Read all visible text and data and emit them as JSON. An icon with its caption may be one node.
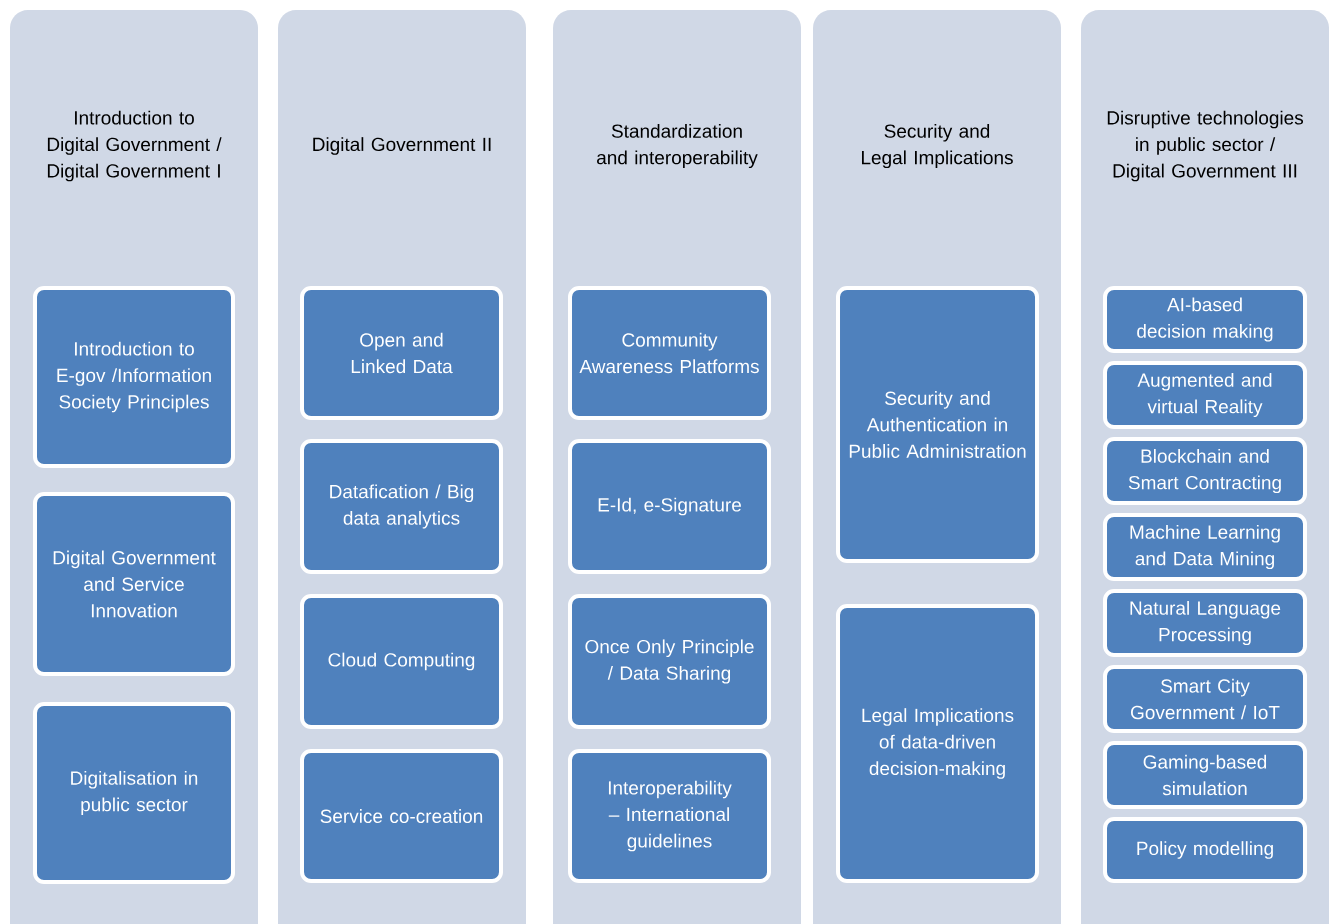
{
  "diagram": {
    "nodes": [
      {
        "text": [
          "Introduction to Digital Government / Digital Government I"
        ]
      },
      {
        "text": [
          "Introduction to E-gov /Information Society Principles"
        ],
        "in": 0
      },
      {
        "text": [
          "Digital Government and Service Innovation"
        ],
        "in": 0
      },
      {
        "text": [
          "Digitalisation in public sector"
        ],
        "in": 0
      },
      {
        "text": [
          "Digital Government II"
        ]
      },
      {
        "text": [
          "Open and Linked Data"
        ],
        "in": 4
      },
      {
        "text": [
          "Datafication / Big data analytics"
        ],
        "in": 4
      },
      {
        "text": [
          "Cloud Computing"
        ],
        "in": 4
      },
      {
        "text": [
          "Service co-creation"
        ],
        "in": 4
      },
      {
        "text": [
          "Standardization and interoperability"
        ]
      },
      {
        "text": [
          "Community Awareness Platforms"
        ],
        "in": 9
      },
      {
        "text": [
          "E-Id, e-Signature"
        ],
        "in": 9
      },
      {
        "text": [
          "Once Only Principle / Data Sharing"
        ],
        "in": 9
      },
      {
        "text": [
          "Interoperability – International guidelines"
        ],
        "in": 9
      },
      {
        "text": [
          "Security and Legal Implications"
        ]
      },
      {
        "text": [
          "Security and Authentication in Public Administration"
        ],
        "in": 14
      },
      {
        "text": [
          "Legal Implications of data-driven decision-making"
        ],
        "in": 14
      },
      {
        "text": [
          "Disruptive technologies in public sector / Digital Government III"
        ]
      },
      {
        "text": [
          "AI-based decision making"
        ],
        "in": 17
      },
      {
        "text": [
          "Augmented and virtual Reality"
        ],
        "in": 17
      },
      {
        "text": [
          "Blockchain and Smart Contracting"
        ],
        "in": 17
      },
      {
        "text": [
          "Machine Learning and Data Mining"
        ],
        "in": 17
      },
      {
        "text": [
          "Natural Language Processing"
        ],
        "in": 17
      },
      {
        "text": [
          "Smart City Government / IoT"
        ],
        "in": 17
      },
      {
        "text": [
          "Gaming-based simulation"
        ],
        "in": 17
      },
      {
        "text": [
          "Policy modelling"
        ],
        "in": 17
      }
    ]
  }
}
